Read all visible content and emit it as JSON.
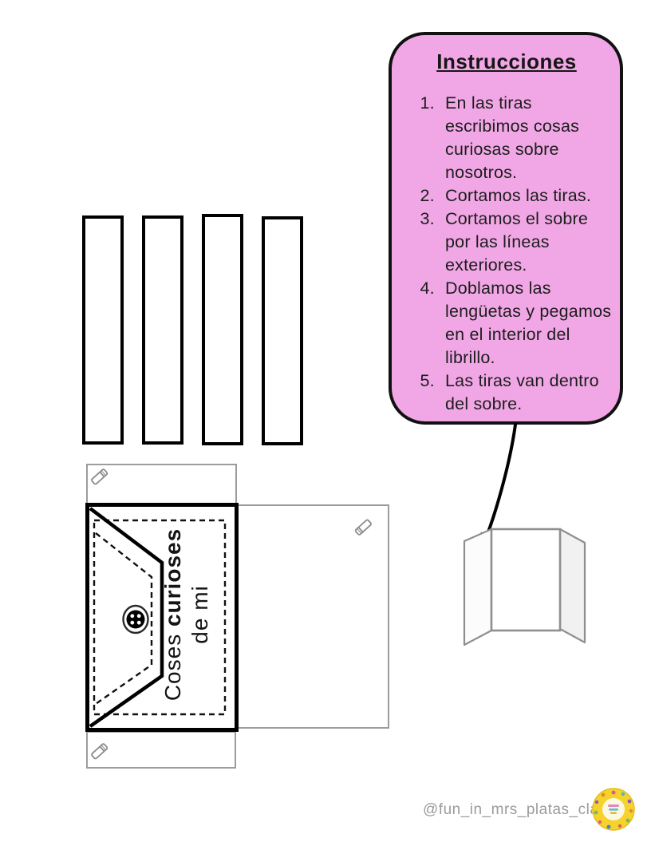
{
  "page": {
    "type": "printable-worksheet",
    "background": "#ffffff"
  },
  "instructions": {
    "title": "Instrucciones",
    "items": [
      "En las tiras escribimos cosas curiosas sobre nosotros.",
      "Cortamos las tiras.",
      "Cortamos el sobre por las líneas exteriores.",
      "Doblamos las lengüetas y pegamos en el interior del librillo.",
      "Las tiras van dentro del sobre."
    ],
    "bubble_fill_color": "#f1a7e5",
    "bubble_border_color": "#111111"
  },
  "template_pieces": {
    "strip_count": 4,
    "envelope_label": {
      "line1_regular": "Coses ",
      "line1_bold": "curioses",
      "line2": "de mi"
    },
    "icons": {
      "glue_tab_icon": "glue-stick-icon",
      "closure": "button-icon"
    }
  },
  "callout": {
    "arrow_icon": "arrow-down-left-icon"
  },
  "footer": {
    "handle": "@fun_in_mrs_platas_class",
    "logo_icon": "class-logo-badge",
    "logo_color": "#f6d22c"
  }
}
